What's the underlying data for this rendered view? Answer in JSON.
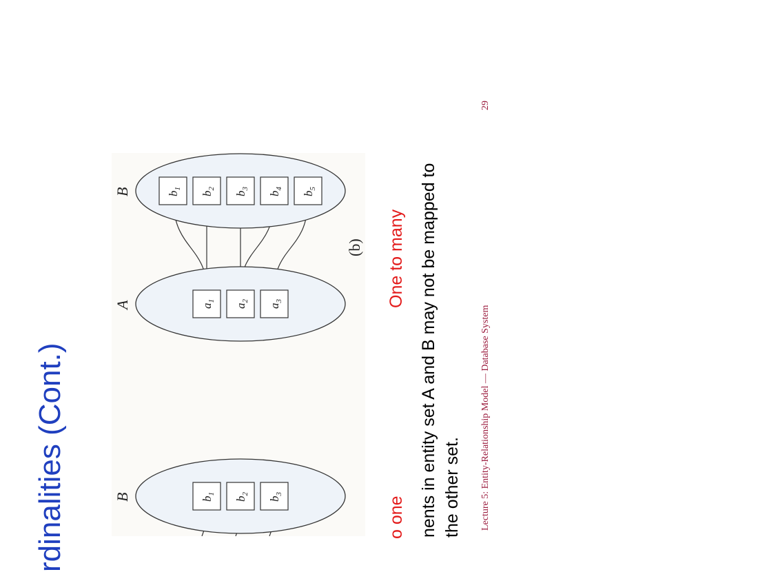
{
  "slide": {
    "title": "rdinalities (Cont.)",
    "caption_left": "o one",
    "caption_right": "One to many",
    "body_line1": "nents in entity set A and B may not be mapped to",
    "body_line2": "the other set.",
    "footer_text": "Lecture 5: Entity-Relationship Model — Database System",
    "page_number": "29"
  },
  "diagram_b": {
    "set_a_label": "A",
    "set_b_label": "B",
    "sub_label": "(b)",
    "a_items": [
      "a",
      "a",
      "a"
    ],
    "a_subs": [
      "1",
      "2",
      "3"
    ],
    "b_items": [
      "b",
      "b",
      "b",
      "b",
      "b"
    ],
    "b_subs": [
      "1",
      "2",
      "3",
      "4",
      "5"
    ]
  },
  "diagram_a": {
    "set_b_label": "B",
    "b_items": [
      "b",
      "b",
      "b"
    ],
    "b_subs": [
      "1",
      "2",
      "3"
    ]
  },
  "colors": {
    "title": "#1f3fbf",
    "caption": "#e31b1b",
    "footer": "#9a1a3c",
    "ellipse_fill": "#eef3f9"
  }
}
